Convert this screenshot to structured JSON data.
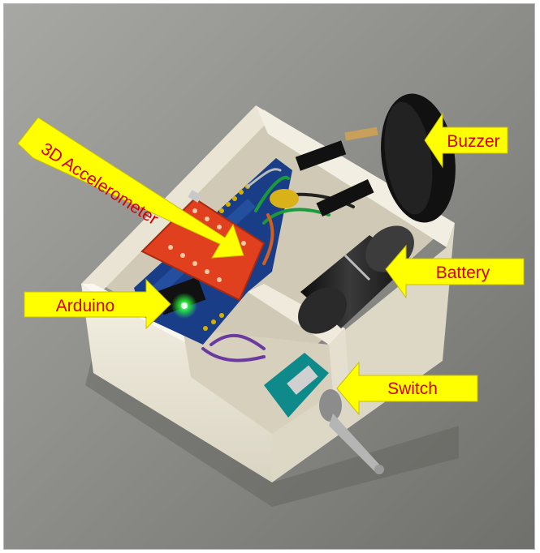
{
  "annotations": {
    "buzzer": "Buzzer",
    "accelerometer": "3D Accelerometer",
    "arduino": "Arduino",
    "battery": "Battery",
    "switch": "Switch"
  },
  "colors": {
    "arrow_fill": "#ffff00",
    "arrow_stroke": "#c9c000",
    "label_text": "#d40000",
    "table_surface": "#8a8a86",
    "enclosure": "#ebe6d6",
    "board_red": "#e0401e",
    "pcb_blue": "#1a3d88",
    "battery_black": "#1b1b1b",
    "switch_teal": "#0f8a8a",
    "led_green": "#28ff3c"
  }
}
